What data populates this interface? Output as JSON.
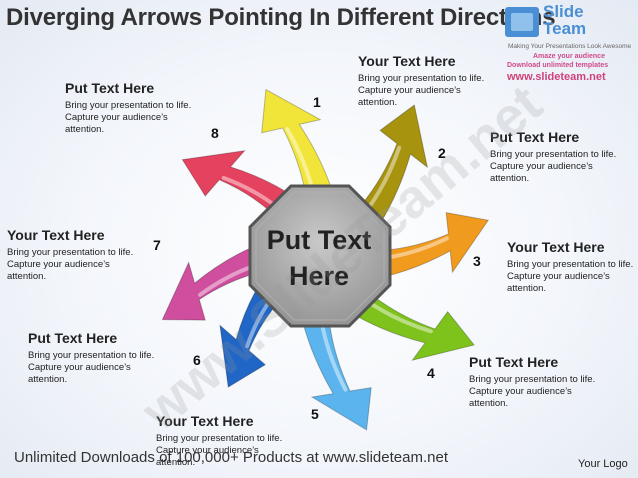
{
  "title": "Diverging Arrows Pointing In Different Directions",
  "center": {
    "line1": "Put Text",
    "line2": "Here"
  },
  "arrows": [
    {
      "number": "1",
      "color": "#f2e53a"
    },
    {
      "number": "2",
      "color": "#a8930e"
    },
    {
      "number": "3",
      "color": "#f09a1e"
    },
    {
      "number": "4",
      "color": "#7ec21c"
    },
    {
      "number": "5",
      "color": "#5cb4ee"
    },
    {
      "number": "6",
      "color": "#1f66c6"
    },
    {
      "number": "7",
      "color": "#cf4e9e"
    },
    {
      "number": "8",
      "color": "#e5425f"
    }
  ],
  "text_blocks": [
    {
      "heading": "Your Text Here",
      "line1": "Bring your presentation to life.",
      "line2": "Capture your audience’s",
      "line3": "attention."
    },
    {
      "heading": "Put Text Here",
      "line1": "Bring your presentation to life.",
      "line2": "Capture your audience’s",
      "line3": "attention."
    },
    {
      "heading": "Your Text Here",
      "line1": "Bring your presentation to life.",
      "line2": "Capture your audience’s",
      "line3": "attention."
    },
    {
      "heading": "Put Text Here",
      "line1": "Bring your presentation to life.",
      "line2": "Capture your audience’s",
      "line3": "attention."
    },
    {
      "heading": "Your Text Here",
      "line1": "Bring your presentation to life.",
      "line2": "Capture your audience’s",
      "line3": "attention."
    },
    {
      "heading": "Put Text Here",
      "line1": "Bring your presentation to life.",
      "line2": "Capture your audience’s",
      "line3": "attention."
    },
    {
      "heading": "Your Text Here",
      "line1": "Bring your presentation to life.",
      "line2": "Capture your audience’s",
      "line3": "attention."
    },
    {
      "heading": "Put Text Here",
      "line1": "Bring your presentation to life.",
      "line2": "Capture your audience’s",
      "line3": "attention."
    }
  ],
  "branding": {
    "name_line1": "Slide",
    "name_line2": "Team",
    "tagline": "Making Your Presentations Look Awesome",
    "tagline2": "Amaze your audience",
    "tagline3": "Download unlimited templates",
    "url": "www.slideteam.net"
  },
  "watermark": {
    "left": "www.Slide",
    "right": "Team.net"
  },
  "footer": "Unlimited Downloads of 100,000+ Products at www.slideteam.net",
  "logo_text": "Your Logo"
}
